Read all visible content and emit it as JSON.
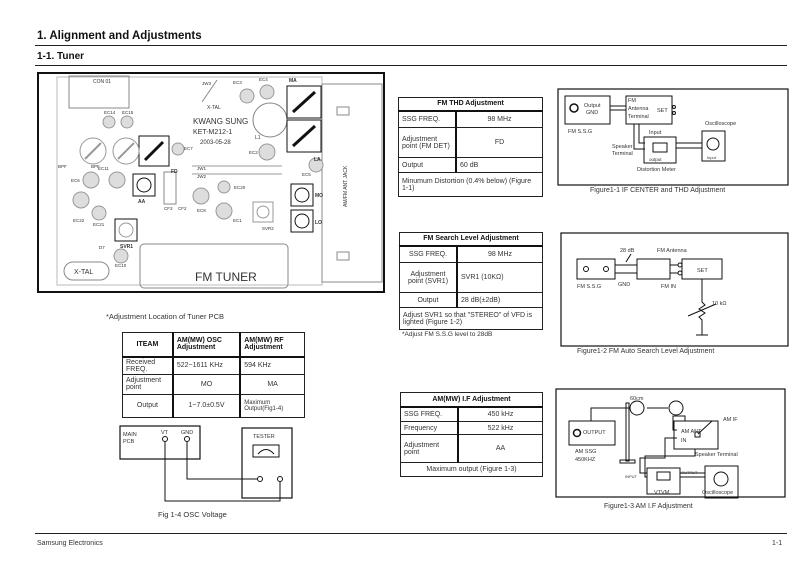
{
  "header": {
    "title": "1. Alignment and Adjustments",
    "subtitle": "1-1. Tuner"
  },
  "pcb": {
    "caption": "*Adjustment Location of Tuner PCB",
    "labels": {
      "con": "CON 01",
      "maker": "KWANG SUNG",
      "model": "KET-M212-1",
      "date": "2003-05-28",
      "tuner": "FM TUNER",
      "xtal": "X-TAL",
      "xtal2": "X-TAL",
      "ma": "MA",
      "la": "LA",
      "fd": "FD",
      "aa": "AA",
      "mo": "MO",
      "lo": "LO",
      "svr1": "SVR1",
      "svr2": "SVR2",
      "bpf1": "BPF",
      "bpf2": "BPF",
      "ec7": "EC7",
      "ec3": "EC3",
      "ec4": "EC4",
      "ec2": "EC2",
      "ec5": "EC5",
      "ec6": "EC6",
      "ec8": "EC8",
      "ec1": "EC1",
      "ec20": "EC20",
      "ec21": "EC21",
      "ec22": "EC22",
      "ec10": "EC10",
      "ec11": "EC11",
      "ec14": "EC14",
      "ec15": "EC15",
      "jw1": "JW1",
      "jw2": "JW2",
      "jw3": "JW3",
      "cf2": "CF2",
      "cf3": "CF3",
      "d7": "D7",
      "l1": "L1",
      "jack": "AM/FM ANT JACK"
    }
  },
  "osc_table": {
    "headers": [
      "ITEAM",
      "AM(MW) OSC Adjustment",
      "AM(MW) RF Adjustment"
    ],
    "rows": [
      [
        "Received FREQ.",
        "522~1611 KHz",
        "594 KHz"
      ],
      [
        "Adjustment point",
        "MO",
        "MA"
      ],
      [
        "Output",
        "1~7.0±0.5V",
        "Maximum Output(Fig1-4)"
      ]
    ]
  },
  "fig14": {
    "main": "MAIN",
    "pcb": "PCB",
    "vt": "VT",
    "gnd": "GND",
    "tester": "TESTER",
    "caption": "Fig 1-4 OSC Voltage"
  },
  "thd_table": {
    "title": "FM THD Adjustment",
    "rows": [
      [
        "SSG FREQ.",
        "98 MHz"
      ],
      [
        "Adjustment point (FM DET)",
        "FD"
      ],
      [
        "Output",
        "60 dB"
      ]
    ],
    "note": "Minumum Distortion (0.4% below) (Figure 1-1)"
  },
  "fig11": {
    "output": "Output",
    "gnd": "GND",
    "ssg": "FM S.S.G",
    "fm": "FM",
    "antenna": "Antenna",
    "terminal": "Terminal",
    "set": "SET",
    "oscilloscope": "Oscilloscope",
    "input": "Input",
    "speaker": "Speaker",
    "speaker_terminal": "Terminal",
    "out_label": "output",
    "meter": "Distortion Meter",
    "scope_input": "Input",
    "caption": "Figure1-1  IF CENTER and THD Adjustment"
  },
  "search_table": {
    "title": "FM Search Level Adjustment",
    "rows": [
      [
        "SSG FREQ.",
        "98 MHz"
      ],
      [
        "Adjustment point (SVR1)",
        "SVR1 (10KΩ)"
      ],
      [
        "Output",
        "28 dB(±2dB)"
      ]
    ],
    "note": "Adjust SVR1 so that \"STEREO\" of  VFD is lighted (Figure 1-2)",
    "footnote": "*Adjust FM S.S.G level to 28dB"
  },
  "fig12": {
    "db": "28 dB",
    "antenna": "FM Antenna",
    "set": "SET",
    "ssg": "FM S.S.G",
    "gnd": "GND",
    "fmin": "FM  IN",
    "res": "10 kΩ",
    "caption": "Figure1-2  FM Auto Search Level Adjustment"
  },
  "amif_table": {
    "title": "AM(MW) I.F Adjustment",
    "rows": [
      [
        "SSG FREQ.",
        "450 kHz"
      ],
      [
        "Frequency",
        "522 kHz"
      ],
      [
        "Adjustment point",
        "AA"
      ]
    ],
    "note": "Maximum output (Figure 1-3)"
  },
  "fig13": {
    "dist": "60cm",
    "output": "OUTPUT",
    "amif": "AM IF",
    "amant": "AM ANT",
    "in": "IN",
    "ssg": "AM SSG",
    "freq": "450KHZ",
    "speaker": "Speaker Terminal",
    "input": "INPUT",
    "out": "OUTPUT",
    "vtvm": "VTVM",
    "scope": "Oscilloscope",
    "caption": "Figure1-3  AM I.F Adjustment"
  },
  "footer": {
    "left": "Samsung Electronics",
    "right": "1-1"
  }
}
